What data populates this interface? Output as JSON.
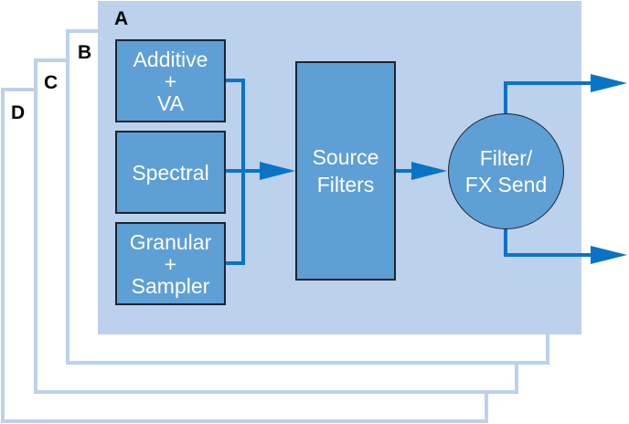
{
  "diagram": {
    "layers": [
      {
        "id": "A",
        "label": "A"
      },
      {
        "id": "B",
        "label": "B"
      },
      {
        "id": "C",
        "label": "C"
      },
      {
        "id": "D",
        "label": "D"
      }
    ],
    "generators": [
      {
        "line1": "Additive",
        "line2": "+",
        "line3": "VA"
      },
      {
        "line1": "Spectral"
      },
      {
        "line1": "Granular",
        "line2": "+",
        "line3": "Sampler"
      }
    ],
    "source_filters": {
      "line1": "Source",
      "line2": "Filters"
    },
    "filter_send": {
      "line1": "Filter/",
      "line2": "FX Send"
    },
    "colors": {
      "layer_fill": "#bcd1ec",
      "block_fill": "#5e9fd6",
      "block_border": "#1c2430",
      "wire": "#0a74c4",
      "text_on_block": "#ffffff"
    }
  }
}
